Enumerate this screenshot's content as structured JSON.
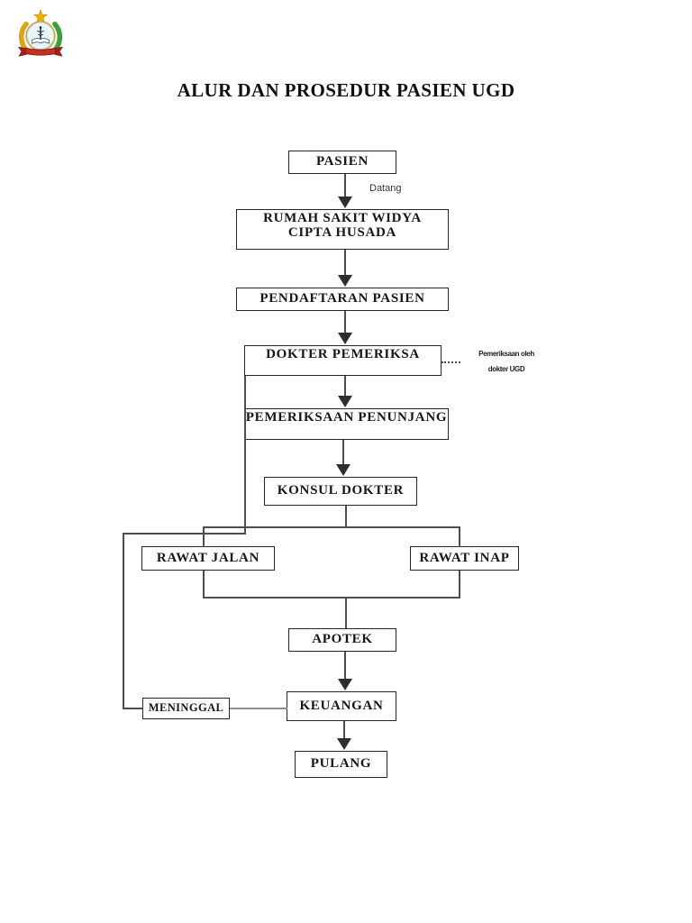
{
  "page": {
    "title": "ALUR DAN PROSEDUR PASIEN UGD"
  },
  "logo": {
    "icon": "hospital-emblem-logo"
  },
  "colors": {
    "connector_line": "#4d4d4d",
    "box_border": "#262626",
    "logo_gold": "#d9a51e",
    "logo_green": "#3e9e41",
    "logo_red": "#c5301f",
    "logo_light_blue": "#cfe7f3"
  },
  "nodes": {
    "pasien": {
      "label": "PASIEN"
    },
    "rumah_sakit": {
      "label": "RUMAH SAKIT WIDYA CIPTA HUSADA"
    },
    "pendaftaran": {
      "label": "PENDAFTARAN PASIEN"
    },
    "dokter_pemeriksa": {
      "label": "DOKTER PEMERIKSA"
    },
    "pemeriksaan_penunjang": {
      "label": "PEMERIKSAAN PENUNJANG"
    },
    "konsul_dokter": {
      "label": "KONSUL DOKTER"
    },
    "rawat_jalan": {
      "label": "RAWAT JALAN"
    },
    "rawat_inap": {
      "label": "RAWAT INAP"
    },
    "apotek": {
      "label": "APOTEK"
    },
    "keuangan": {
      "label": "KEUANGAN"
    },
    "meninggal": {
      "label": "MENINGGAL"
    },
    "pulang": {
      "label": "PULANG"
    }
  },
  "annotations": {
    "datang": "Datang",
    "note_line1": "Pemeriksaan oleh",
    "note_line2": "dokter UGD"
  },
  "edges": [
    "pasien -> rumah_sakit (Datang)",
    "rumah_sakit -> pendaftaran",
    "pendaftaran -> dokter_pemeriksa",
    "dokter_pemeriksa -> pemeriksaan_penunjang",
    "dokter_pemeriksa .. catatan (Pemeriksaan oleh dokter UGD)",
    "dokter_pemeriksa -> meninggal",
    "pemeriksaan_penunjang -> konsul_dokter",
    "konsul_dokter -> rawat_jalan",
    "konsul_dokter -> rawat_inap",
    "rawat_jalan -> apotek",
    "rawat_inap -> apotek",
    "apotek -> keuangan",
    "meninggal -> keuangan",
    "keuangan -> pulang"
  ]
}
